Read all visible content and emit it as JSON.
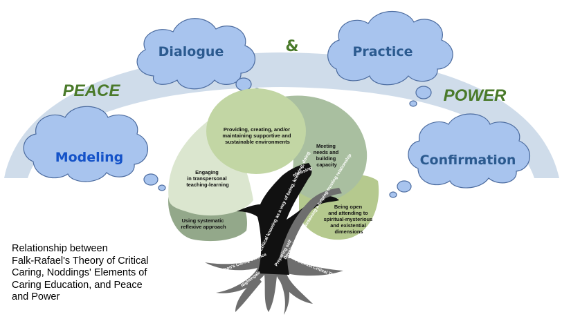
{
  "clouds": {
    "dialogue": "Dialogue",
    "practice": "Practice",
    "modeling": "Modeling",
    "confirmation": "Confirmation"
  },
  "connector": "&",
  "arc_labels": {
    "peace": "PEACE",
    "power": "POWER"
  },
  "canopy": {
    "providing": [
      "Providing, creating, and/or",
      "maintaining supportive and",
      "sustainable environments"
    ],
    "meeting": [
      "Meeting",
      "needs and",
      "building",
      "capacity"
    ],
    "engaging": [
      "Engaging",
      "in transpersonal",
      "teaching-learning"
    ],
    "systematic": [
      "Using systematic",
      "reflexive approach"
    ],
    "open": [
      "Being open",
      "and attending to",
      "spiritual-mysterious",
      "and existential",
      "dimensions"
    ]
  },
  "branches": {
    "critical_knowing": "Critical knowing as a way of being, knowing, doing",
    "relationship": "Developing and maintaining a helping-trusting relationship",
    "preparing_self": "Preparing self",
    "choosing": "choosing"
  },
  "roots": {
    "watson": "Watson's Caring Science",
    "nightingale": "Nightingale",
    "feminist": "Feminist Critical Theories"
  },
  "caption_lines": [
    "Relationship between",
    "Falk-Rafael's Theory of Critical",
    "Caring, Noddings' Elements of",
    "Caring Education, and Peace",
    "and Power"
  ],
  "colors": {
    "arc": "#cfdcea",
    "cloud_fill": "#a8c4ee",
    "cloud_stroke": "#4a6a9e",
    "cloud_text_dark": "#2b5a8f",
    "cloud_text_bright": "#1452c8",
    "green_text": "#4a7a2a",
    "light_green": "#c2d6a4",
    "mid_green": "#a9bfa0",
    "grey_green": "#93a88a",
    "pale_green": "#dbe6cf",
    "olive_green": "#b5c98e",
    "trunk": "#111111",
    "roots": "#6e6e6e"
  }
}
